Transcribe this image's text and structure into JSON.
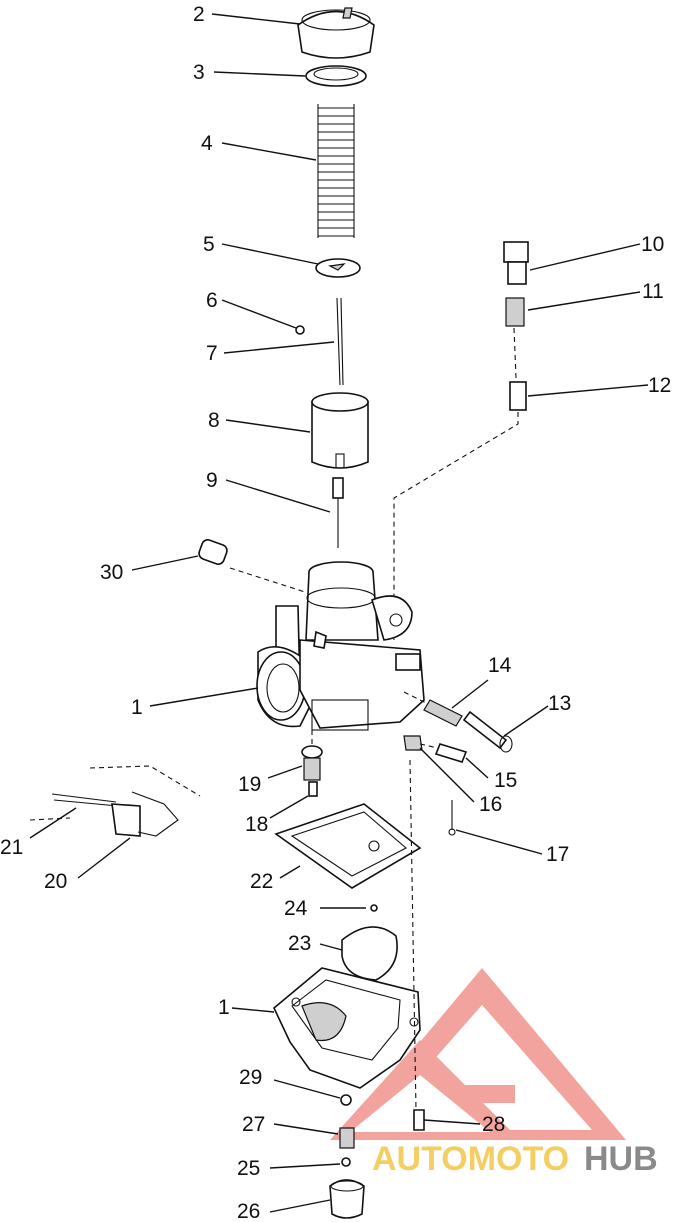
{
  "diagram": {
    "callouts": [
      "2",
      "3",
      "4",
      "5",
      "6",
      "7",
      "8",
      "9",
      "10",
      "11",
      "12",
      "30",
      "1",
      "14",
      "13",
      "19",
      "15",
      "16",
      "18",
      "17",
      "21",
      "20",
      "22",
      "24",
      "23",
      "1",
      "29",
      "27",
      "28",
      "25",
      "26"
    ]
  },
  "watermark": {
    "brand_part1": "AUTOMOTO",
    "brand_part2": "HUB",
    "colors": {
      "logo_red": "#e8584f",
      "text_yellow": "#f3c23a",
      "text_gray": "#6e6e6e"
    }
  }
}
